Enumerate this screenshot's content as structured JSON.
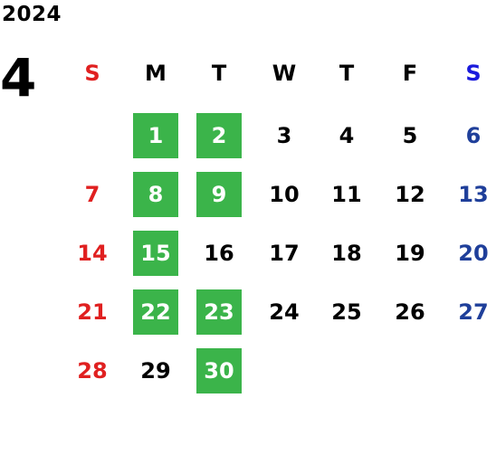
{
  "year": "2024",
  "month": "4",
  "weekdays": [
    "S",
    "M",
    "T",
    "W",
    "T",
    "F",
    "S"
  ],
  "weekday_colors": [
    "#e02020",
    "#000000",
    "#000000",
    "#000000",
    "#000000",
    "#000000",
    "#1a1adc"
  ],
  "colors": {
    "sunday": "#e02020",
    "saturday": "#1f3f9a",
    "weekday": "#000000",
    "highlight_bg": "#3bb44a",
    "highlight_text": "#ffffff"
  },
  "first_weekday": 1,
  "days": [
    {
      "day": "1",
      "highlighted": true
    },
    {
      "day": "2",
      "highlighted": true
    },
    {
      "day": "3",
      "highlighted": false
    },
    {
      "day": "4",
      "highlighted": false
    },
    {
      "day": "5",
      "highlighted": false
    },
    {
      "day": "6",
      "highlighted": false
    },
    {
      "day": "7",
      "highlighted": false
    },
    {
      "day": "8",
      "highlighted": true
    },
    {
      "day": "9",
      "highlighted": true
    },
    {
      "day": "10",
      "highlighted": false
    },
    {
      "day": "11",
      "highlighted": false
    },
    {
      "day": "12",
      "highlighted": false
    },
    {
      "day": "13",
      "highlighted": false
    },
    {
      "day": "14",
      "highlighted": false
    },
    {
      "day": "15",
      "highlighted": true
    },
    {
      "day": "16",
      "highlighted": false
    },
    {
      "day": "17",
      "highlighted": false
    },
    {
      "day": "18",
      "highlighted": false
    },
    {
      "day": "19",
      "highlighted": false
    },
    {
      "day": "20",
      "highlighted": false
    },
    {
      "day": "21",
      "highlighted": false
    },
    {
      "day": "22",
      "highlighted": true
    },
    {
      "day": "23",
      "highlighted": true
    },
    {
      "day": "24",
      "highlighted": false
    },
    {
      "day": "25",
      "highlighted": false
    },
    {
      "day": "26",
      "highlighted": false
    },
    {
      "day": "27",
      "highlighted": false
    },
    {
      "day": "28",
      "highlighted": false
    },
    {
      "day": "29",
      "highlighted": false
    },
    {
      "day": "30",
      "highlighted": true
    }
  ]
}
